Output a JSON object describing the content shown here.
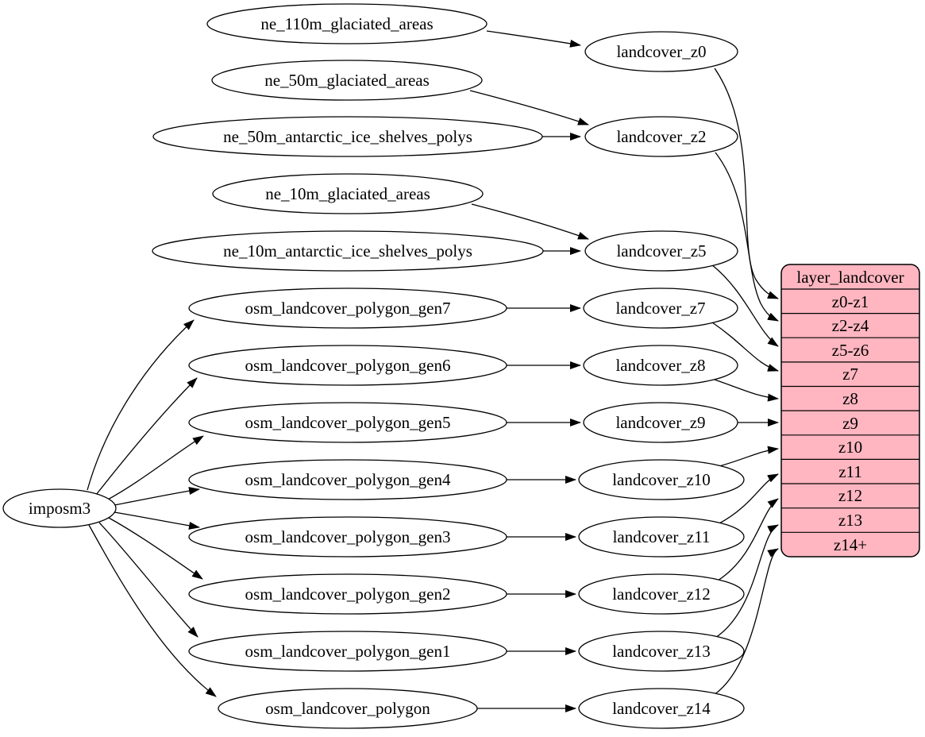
{
  "nodes": {
    "imposm3": "imposm3",
    "ne_110m_glaciated_areas": "ne_110m_glaciated_areas",
    "ne_50m_glaciated_areas": "ne_50m_glaciated_areas",
    "ne_50m_antarctic_ice_shelves_polys": "ne_50m_antarctic_ice_shelves_polys",
    "ne_10m_glaciated_areas": "ne_10m_glaciated_areas",
    "ne_10m_antarctic_ice_shelves_polys": "ne_10m_antarctic_ice_shelves_polys",
    "osm_landcover_polygon_gen7": "osm_landcover_polygon_gen7",
    "osm_landcover_polygon_gen6": "osm_landcover_polygon_gen6",
    "osm_landcover_polygon_gen5": "osm_landcover_polygon_gen5",
    "osm_landcover_polygon_gen4": "osm_landcover_polygon_gen4",
    "osm_landcover_polygon_gen3": "osm_landcover_polygon_gen3",
    "osm_landcover_polygon_gen2": "osm_landcover_polygon_gen2",
    "osm_landcover_polygon_gen1": "osm_landcover_polygon_gen1",
    "osm_landcover_polygon": "osm_landcover_polygon",
    "landcover_z0": "landcover_z0",
    "landcover_z2": "landcover_z2",
    "landcover_z5": "landcover_z5",
    "landcover_z7": "landcover_z7",
    "landcover_z8": "landcover_z8",
    "landcover_z9": "landcover_z9",
    "landcover_z10": "landcover_z10",
    "landcover_z11": "landcover_z11",
    "landcover_z12": "landcover_z12",
    "landcover_z13": "landcover_z13",
    "landcover_z14": "landcover_z14"
  },
  "table": {
    "title": "layer_landcover",
    "rows": [
      "z0-z1",
      "z2-z4",
      "z5-z6",
      "z7",
      "z8",
      "z9",
      "z10",
      "z11",
      "z12",
      "z13",
      "z14+"
    ]
  },
  "colors": {
    "table_fill": "#ffb6c1",
    "node_fill": "#ffffff",
    "edge": "#000000"
  },
  "edges": [
    {
      "from": "ne_110m_glaciated_areas",
      "to": "landcover_z0"
    },
    {
      "from": "ne_50m_glaciated_areas",
      "to": "landcover_z2"
    },
    {
      "from": "ne_50m_antarctic_ice_shelves_polys",
      "to": "landcover_z2"
    },
    {
      "from": "ne_10m_glaciated_areas",
      "to": "landcover_z5"
    },
    {
      "from": "ne_10m_antarctic_ice_shelves_polys",
      "to": "landcover_z5"
    },
    {
      "from": "imposm3",
      "to": "osm_landcover_polygon_gen7"
    },
    {
      "from": "imposm3",
      "to": "osm_landcover_polygon_gen6"
    },
    {
      "from": "imposm3",
      "to": "osm_landcover_polygon_gen5"
    },
    {
      "from": "imposm3",
      "to": "osm_landcover_polygon_gen4"
    },
    {
      "from": "imposm3",
      "to": "osm_landcover_polygon_gen3"
    },
    {
      "from": "imposm3",
      "to": "osm_landcover_polygon_gen2"
    },
    {
      "from": "imposm3",
      "to": "osm_landcover_polygon_gen1"
    },
    {
      "from": "imposm3",
      "to": "osm_landcover_polygon"
    },
    {
      "from": "osm_landcover_polygon_gen7",
      "to": "landcover_z7"
    },
    {
      "from": "osm_landcover_polygon_gen6",
      "to": "landcover_z8"
    },
    {
      "from": "osm_landcover_polygon_gen5",
      "to": "landcover_z9"
    },
    {
      "from": "osm_landcover_polygon_gen4",
      "to": "landcover_z10"
    },
    {
      "from": "osm_landcover_polygon_gen3",
      "to": "landcover_z11"
    },
    {
      "from": "osm_landcover_polygon_gen2",
      "to": "landcover_z12"
    },
    {
      "from": "osm_landcover_polygon_gen1",
      "to": "landcover_z13"
    },
    {
      "from": "osm_landcover_polygon",
      "to": "landcover_z14"
    },
    {
      "from": "landcover_z0",
      "to": "layer_landcover.z0-z1"
    },
    {
      "from": "landcover_z2",
      "to": "layer_landcover.z2-z4"
    },
    {
      "from": "landcover_z5",
      "to": "layer_landcover.z5-z6"
    },
    {
      "from": "landcover_z7",
      "to": "layer_landcover.z7"
    },
    {
      "from": "landcover_z8",
      "to": "layer_landcover.z8"
    },
    {
      "from": "landcover_z9",
      "to": "layer_landcover.z9"
    },
    {
      "from": "landcover_z10",
      "to": "layer_landcover.z10"
    },
    {
      "from": "landcover_z11",
      "to": "layer_landcover.z11"
    },
    {
      "from": "landcover_z12",
      "to": "layer_landcover.z12"
    },
    {
      "from": "landcover_z13",
      "to": "layer_landcover.z13"
    },
    {
      "from": "landcover_z14",
      "to": "layer_landcover.z14+"
    }
  ]
}
